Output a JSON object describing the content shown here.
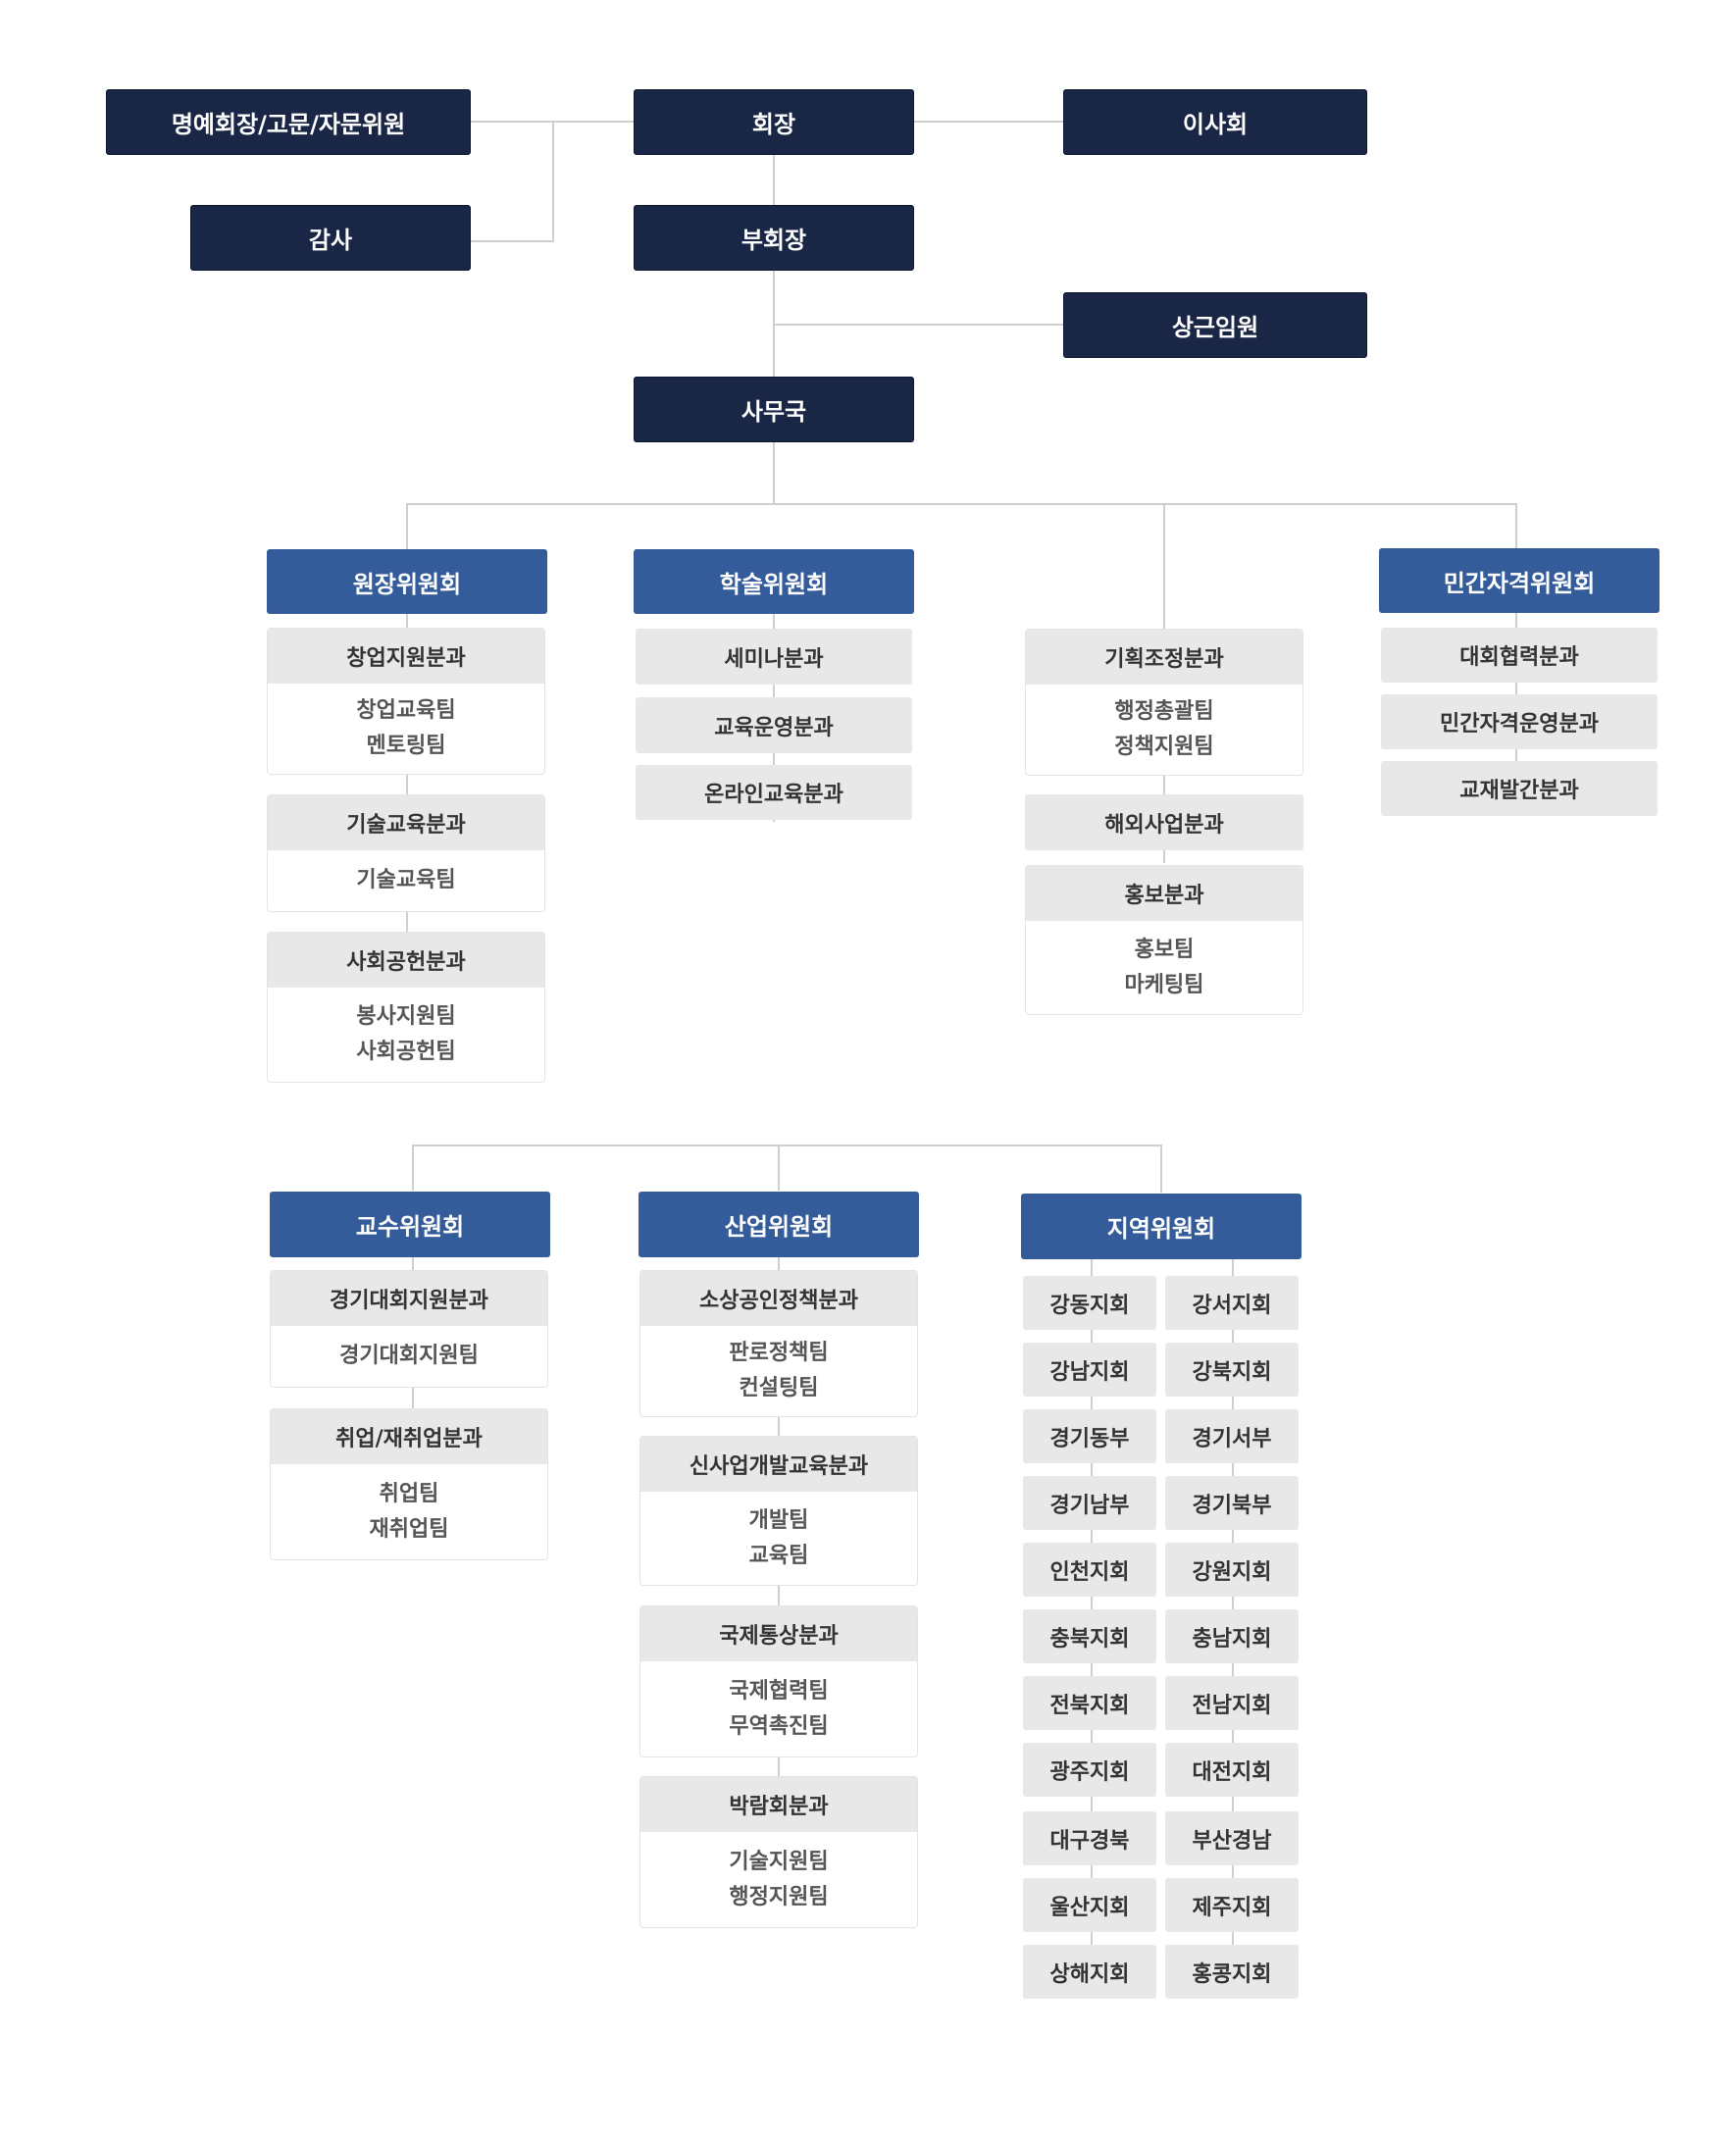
{
  "top": {
    "honorary": "명예회장/고문/자문위원",
    "president": "회장",
    "board": "이사회",
    "auditor": "감사",
    "vice_president": "부회장",
    "standing_officers": "상근임원",
    "secretariat": "사무국"
  },
  "committees": {
    "director": {
      "name": "원장위원회",
      "divisions": [
        {
          "name": "창업지원분과",
          "teams": [
            "창업교육팀",
            "멘토링팀"
          ]
        },
        {
          "name": "기술교육분과",
          "teams": [
            "기술교육팀"
          ]
        },
        {
          "name": "사회공헌분과",
          "teams": [
            "봉사지원팀",
            "사회공헌팀"
          ]
        }
      ]
    },
    "academic": {
      "name": "학술위원회",
      "divisions": [
        "세미나분과",
        "교육운영분과",
        "온라인교육분과"
      ]
    },
    "planning": {
      "divisions": [
        {
          "name": "기획조정분과",
          "teams": [
            "행정총괄팀",
            "정책지원팀"
          ]
        },
        {
          "name": "해외사업분과"
        },
        {
          "name": "홍보분과",
          "teams": [
            "홍보팀",
            "마케팅팀"
          ]
        }
      ]
    },
    "private_cert": {
      "name": "민간자격위원회",
      "divisions": [
        "대회협력분과",
        "민간자격운영분과",
        "교재발간분과"
      ]
    },
    "professor": {
      "name": "교수위원회",
      "divisions": [
        {
          "name": "경기대회지원분과",
          "teams": [
            "경기대회지원팀"
          ]
        },
        {
          "name": "취업/재취업분과",
          "teams": [
            "취업팀",
            "재취업팀"
          ]
        }
      ]
    },
    "industry": {
      "name": "산업위원회",
      "divisions": [
        {
          "name": "소상공인정책분과",
          "teams": [
            "판로정책팀",
            "컨설팅팀"
          ]
        },
        {
          "name": "신사업개발교육분과",
          "teams": [
            "개발팀",
            "교육팀"
          ]
        },
        {
          "name": "국제통상분과",
          "teams": [
            "국제협력팀",
            "무역촉진팀"
          ]
        },
        {
          "name": "박람회분과",
          "teams": [
            "기술지원팀",
            "행정지원팀"
          ]
        }
      ]
    },
    "regional": {
      "name": "지역위원회",
      "branches": [
        [
          "강동지회",
          "강서지회"
        ],
        [
          "강남지회",
          "강북지회"
        ],
        [
          "경기동부",
          "경기서부"
        ],
        [
          "경기남부",
          "경기북부"
        ],
        [
          "인천지회",
          "강원지회"
        ],
        [
          "충북지회",
          "충남지회"
        ],
        [
          "전북지회",
          "전남지회"
        ],
        [
          "광주지회",
          "대전지회"
        ],
        [
          "대구경북",
          "부산경남"
        ],
        [
          "울산지회",
          "제주지회"
        ],
        [
          "상해지회",
          "홍콩지회"
        ]
      ]
    }
  }
}
